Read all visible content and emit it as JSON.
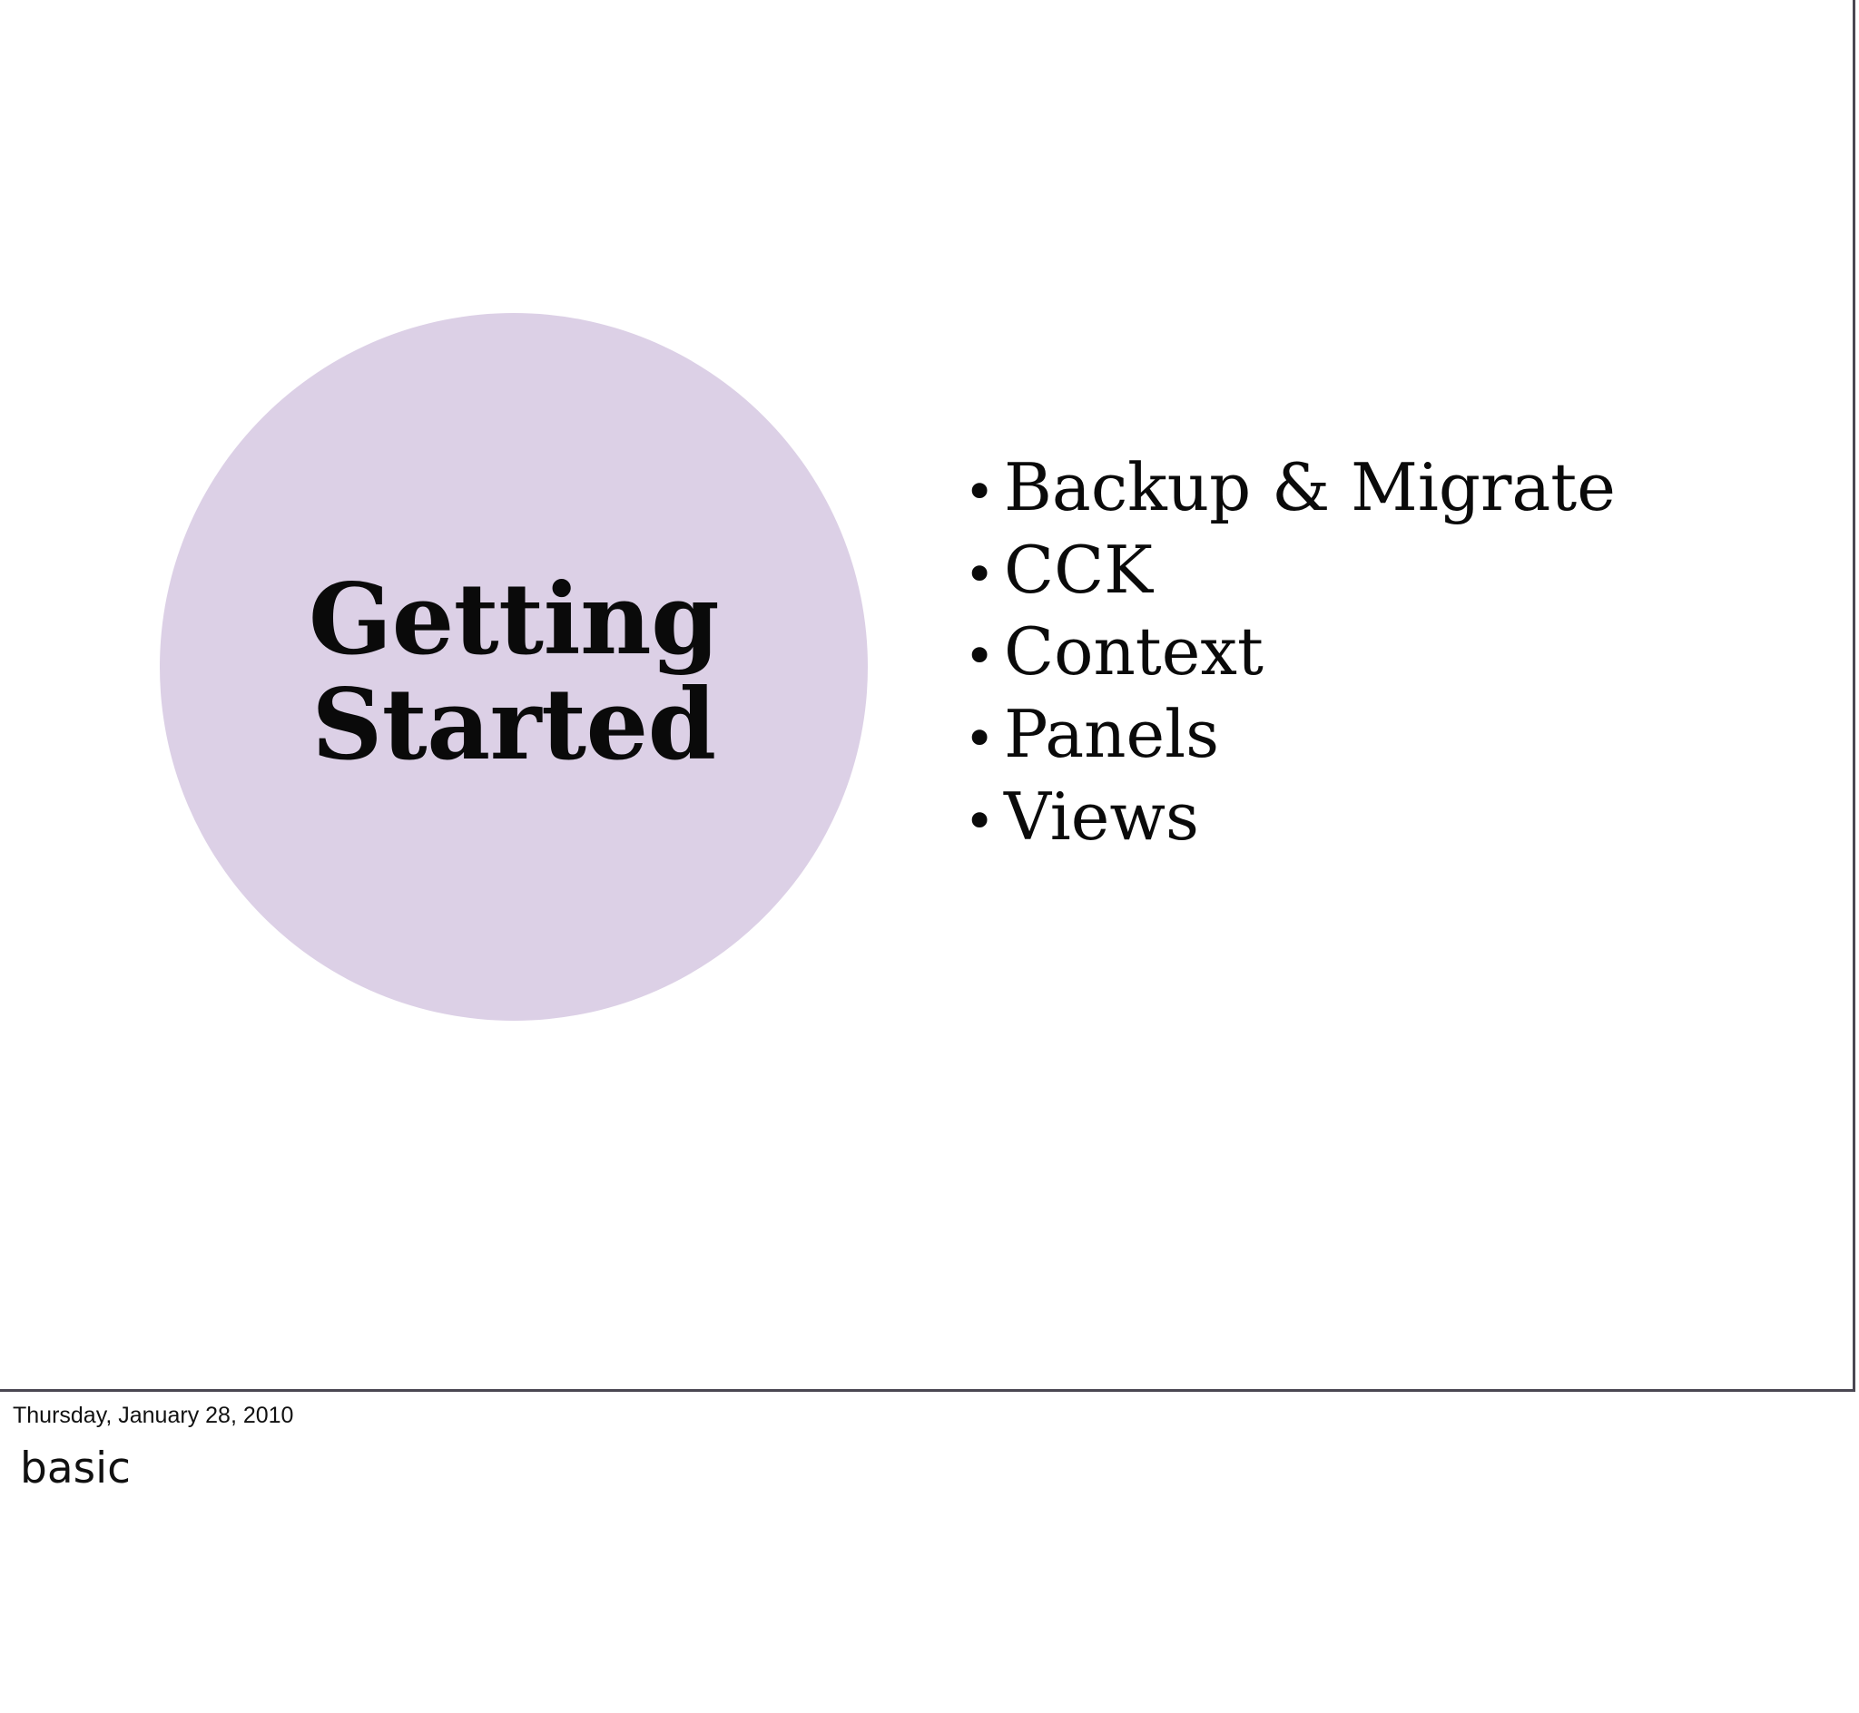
{
  "slide": {
    "title": {
      "line1": "Getting",
      "line2": "Started"
    },
    "badge_color": "#dcd0e6",
    "background_color": "#ffffff",
    "text_color": "#0a0a0a",
    "bullets": [
      {
        "marker": "•",
        "label": "Backup & Migrate"
      },
      {
        "marker": "•",
        "label": "CCK"
      },
      {
        "marker": "•",
        "label": "Context"
      },
      {
        "marker": "•",
        "label": "Panels"
      },
      {
        "marker": "•",
        "label": "Views"
      }
    ]
  },
  "footer": {
    "date": "Thursday, January 28, 2010",
    "label": "basic"
  }
}
